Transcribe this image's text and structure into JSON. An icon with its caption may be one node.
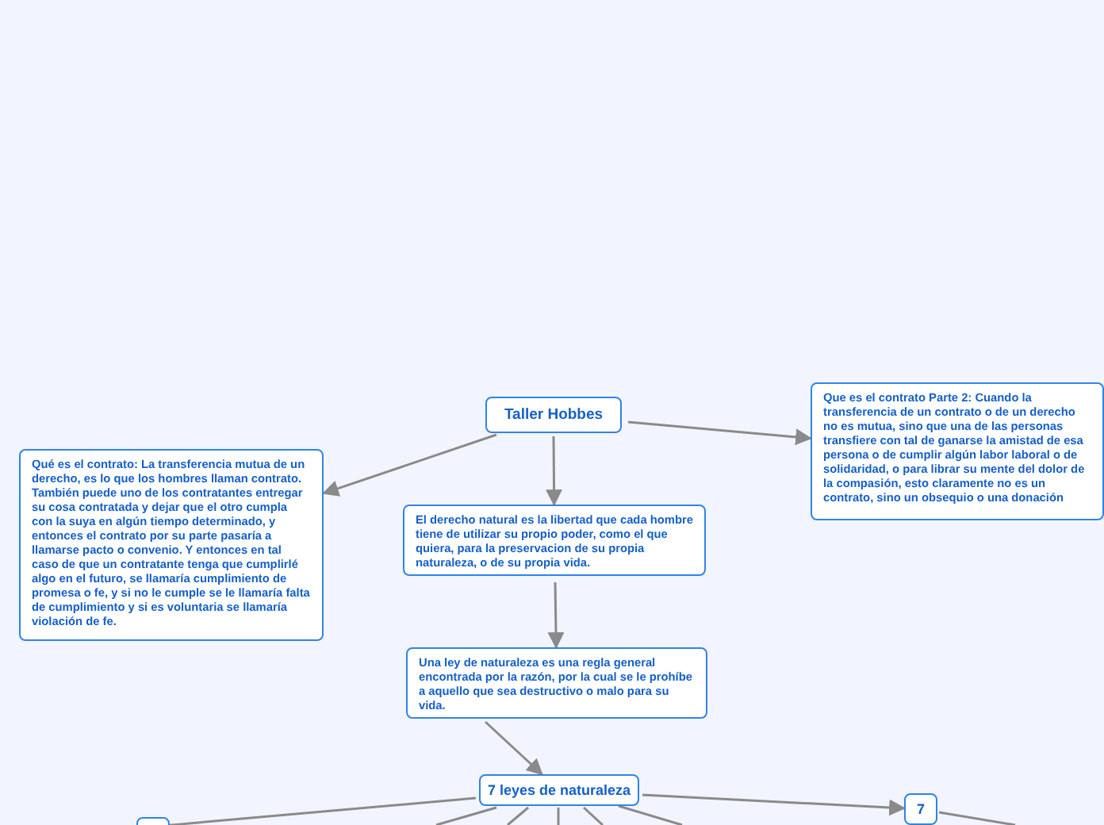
{
  "diagram": {
    "nodes": [
      {
        "text": [
          "Taller Hobbes"
        ]
      },
      {
        "text": [
          "Qué es el contrato: La transferencia mutua de un derecho, es lo que los hombres llaman contrato. También puede uno de los contratantes entregar su cosa contratada y dejar que el otro cumpla con la suya en algún tiempo determinado, y entonces el contrato por su parte pasaría a llamarse pacto o convenio. Y entonces en tal caso de que un contratante tenga que cumplirlé algo en el futuro, se llamaría cumplimiento de promesa o fe, y si no le cumple se le llamaría falta de cumplimiento y si es voluntaria se llamaría violación de fe."
        ]
      },
      {
        "text": [
          "El derecho natural es la libertad que cada hombre tiene de utilizar su propio poder, como el que quiera, para la preservacion de su propia naturaleza, o de su propia vida."
        ]
      },
      {
        "text": [
          "Que es el contrato Parte 2: Cuando la transferencia de un contrato o de un derecho no es mutua, sino que una de las personas transfiere con tal de ganarse la amistad de esa persona o de cumplir algún labor laboral o de solidaridad, o para librar su mente del dolor de la compasión, esto claramente no es un contrato, sino un obsequio o una donación"
        ]
      },
      {
        "text": [
          "Una ley de naturaleza es una regla general encontrada por la razón, por la cual se le prohíbe a aquello que sea destructivo o malo para su vida."
        ]
      },
      {
        "text": [
          "7 leyes de naturaleza"
        ]
      },
      {
        "text": [
          "7"
        ]
      },
      {
        "text": [],
        "shape": "box"
      }
    ],
    "edges": [
      {
        "from": 0,
        "to": 1,
        "arrow": "to"
      },
      {
        "from": 0,
        "to": 2,
        "arrow": "to"
      },
      {
        "from": 0,
        "to": 3,
        "arrow": "to"
      },
      {
        "from": 2,
        "to": 4,
        "arrow": "to"
      },
      {
        "from": 4,
        "to": 5,
        "arrow": "to"
      },
      {
        "from": 5,
        "to": 6,
        "arrow": "to"
      },
      {
        "from": 5,
        "to": 7,
        "arrow": "none"
      },
      {
        "from": 5,
        "to": null,
        "arrow": "none"
      },
      {
        "from": 5,
        "to": null,
        "arrow": "none"
      },
      {
        "from": 5,
        "to": null,
        "arrow": "none"
      },
      {
        "from": 5,
        "to": null,
        "arrow": "none"
      },
      {
        "from": 5,
        "to": null,
        "arrow": "none"
      },
      {
        "from": 6,
        "to": null,
        "arrow": "none"
      }
    ]
  }
}
